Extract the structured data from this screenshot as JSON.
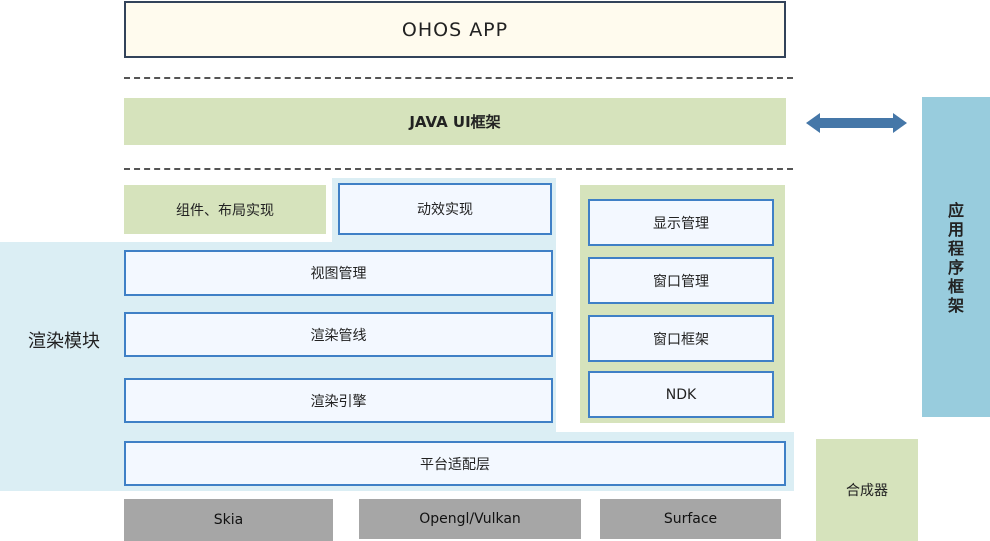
{
  "ohos_app": "OHOS APP",
  "java_ui": "JAVA UI框架",
  "app_framework": [
    "应",
    "用",
    "程",
    "序",
    "框",
    "架"
  ],
  "component_layout": "组件、布局实现",
  "animation": "动效实现",
  "render_module": "渲染模块",
  "view_management": "视图管理",
  "render_pipeline": "渲染管线",
  "render_engine": "渲染引擎",
  "platform_adapter": "平台适配层",
  "display_management": "显示管理",
  "window_management": "窗口管理",
  "window_framework": "窗口框架",
  "ndk": "NDK",
  "skia": "Skia",
  "opengl_vulkan": "Opengl/Vulkan",
  "surface": "Surface",
  "compositor": "合成器",
  "colors": {
    "green": "#d6e3bc",
    "light_blue": "#dbeef4",
    "app_framework_blue": "#98ccdd",
    "box_border": "#3f80c6",
    "box_fill": "#f3f8ff",
    "gray": "#a6a6a6",
    "arrow": "#4577a8"
  }
}
